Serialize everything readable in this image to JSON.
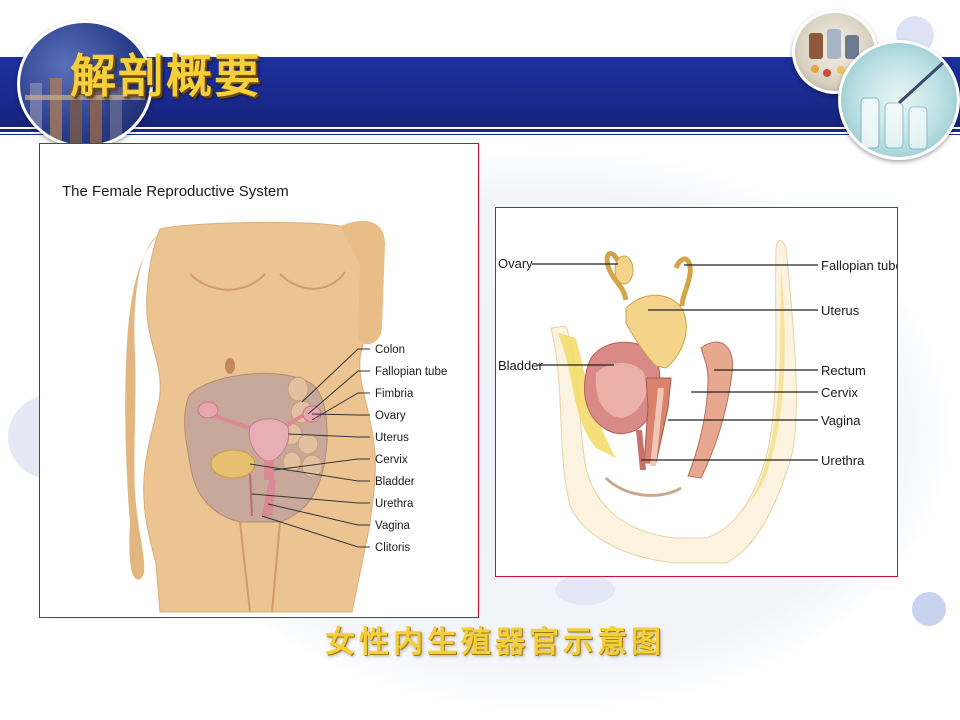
{
  "slide": {
    "title": "解剖概要",
    "caption": "女性内生殖器官示意图"
  },
  "left_figure": {
    "title": "The Female Reproductive System",
    "labels": [
      "Colon",
      "Fallopian tube",
      "Fimbria",
      "Ovary",
      "Uterus",
      "Cervix",
      "Bladder",
      "Urethra",
      "Vagina",
      "Clitoris"
    ]
  },
  "right_figure": {
    "labels_left": [
      "Ovary",
      "Bladder"
    ],
    "labels_right": [
      "Fallopian tube",
      "Uterus",
      "Rectum",
      "Cervix",
      "Vagina",
      "Urethra"
    ]
  },
  "colors": {
    "banner": "#1a2a8f",
    "title_gold": "#f6cf3b",
    "panel_border": "#c8102e",
    "decor_circle": "#e8ecf8"
  }
}
